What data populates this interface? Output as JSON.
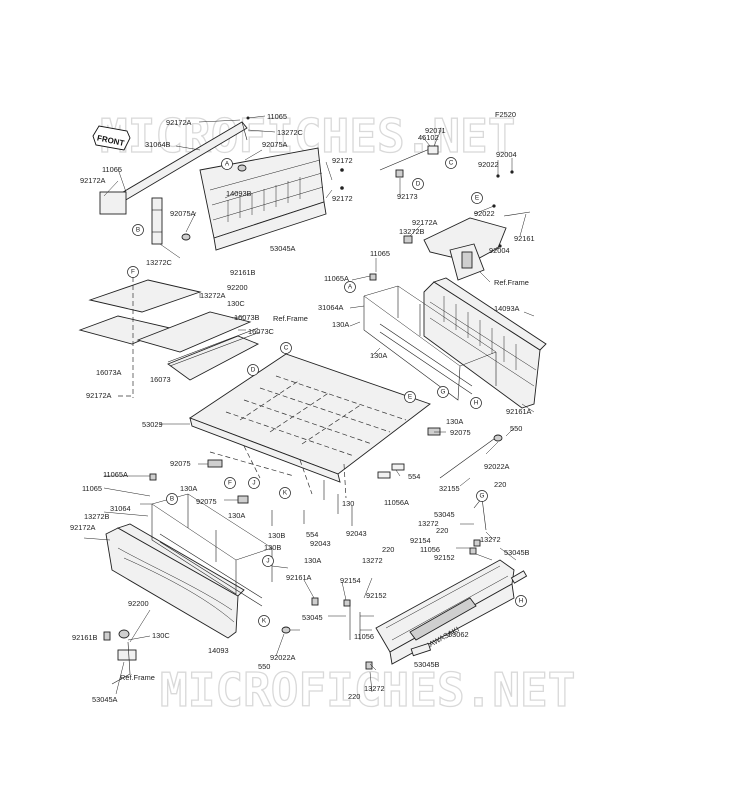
{
  "figure_code": "F2520",
  "front_marker": "FRONT",
  "watermark": "MICROFICHES.NET",
  "ref_frame": "Ref.Frame",
  "logo_text": "KAWASAKI",
  "labels": {
    "l_92172A_a": "92172A",
    "l_11065_a": "11065",
    "l_13272C_a": "13272C",
    "l_31064B": "31064B",
    "l_92075A_a": "92075A",
    "l_11065_b": "11065",
    "l_92172A_b": "92172A",
    "l_92075A_b": "92075A",
    "l_13272C_b": "13272C",
    "l_14093B": "14093B",
    "l_92172_a": "92172",
    "l_92172_b": "92172",
    "l_46102": "46102",
    "l_92071": "92071",
    "l_92173": "92173",
    "l_92004_a": "92004",
    "l_92022_a": "92022",
    "l_92022_b": "92022",
    "l_92004_b": "92004",
    "l_92161": "92161",
    "l_92172A_c": "92172A",
    "l_13272B_a": "13272B",
    "l_53045A_a": "53045A",
    "l_11065_c": "11065",
    "l_11065A_a": "11065A",
    "l_31064A": "31064A",
    "l_14093A": "14093A",
    "l_92161B_a": "92161B",
    "l_92200_a": "92200",
    "l_130C_a": "130C",
    "l_13272A": "13272A",
    "l_16073B": "16073B",
    "l_16073C": "16073C",
    "l_16073A": "16073A",
    "l_16073": "16073",
    "l_92172A_d": "92172A",
    "l_130A_a": "130A",
    "l_130A_b": "130A",
    "l_130A_c": "130A",
    "l_92161A_a": "92161A",
    "l_53029": "53029",
    "l_92075_a": "92075",
    "l_92022A_a": "92022A",
    "l_550_a": "550",
    "l_92075_b": "92075",
    "l_554_a": "554",
    "l_11065A_b": "11065A",
    "l_11065_d": "11065",
    "l_130A_d": "130A",
    "l_92075_c": "92075",
    "l_32155": "32155",
    "l_220_a": "220",
    "l_11056A": "11056A",
    "l_31064": "31064",
    "l_13272B_b": "13272B",
    "l_92172A_e": "92172A",
    "l_130_a": "130",
    "l_130A_e": "130A",
    "l_554_b": "554",
    "l_92043_a": "92043",
    "l_130B_a": "130B",
    "l_130B_b": "130B",
    "l_92043_b": "92043",
    "l_53045_a": "53045",
    "l_13272_a": "13272",
    "l_220_b": "220",
    "l_13272_b": "13272",
    "l_92154_a": "92154",
    "l_11056_a": "11056",
    "l_53045B_a": "53045B",
    "l_92152_a": "92152",
    "l_220_c": "220",
    "l_13272_c": "13272",
    "l_130A_f": "130A",
    "l_92161A_b": "92161A",
    "l_92154_b": "92154",
    "l_92152_b": "92152",
    "l_92200_b": "92200",
    "l_53045_b": "53045",
    "l_11056_b": "11056",
    "l_53062": "53062",
    "l_92161B_b": "92161B",
    "l_130C_b": "130C",
    "l_14093": "14093",
    "l_92022A_b": "92022A",
    "l_550_b": "550",
    "l_53045B_b": "53045B",
    "l_53045A_b": "53045A",
    "l_13272_d": "13272",
    "l_220_d": "220"
  },
  "callouts": {
    "c_A1": "A",
    "c_B1": "B",
    "c_C1": "C",
    "c_D1": "D",
    "c_E1": "E",
    "c_F1": "F",
    "c_A2": "A",
    "c_C2": "C",
    "c_D2": "D",
    "c_E2": "E",
    "c_G1": "G",
    "c_H1": "H",
    "c_F2": "F",
    "c_J1": "J",
    "c_K1": "K",
    "c_B2": "B",
    "c_G2": "G",
    "c_J2": "J",
    "c_K2": "K",
    "c_H2": "H"
  }
}
